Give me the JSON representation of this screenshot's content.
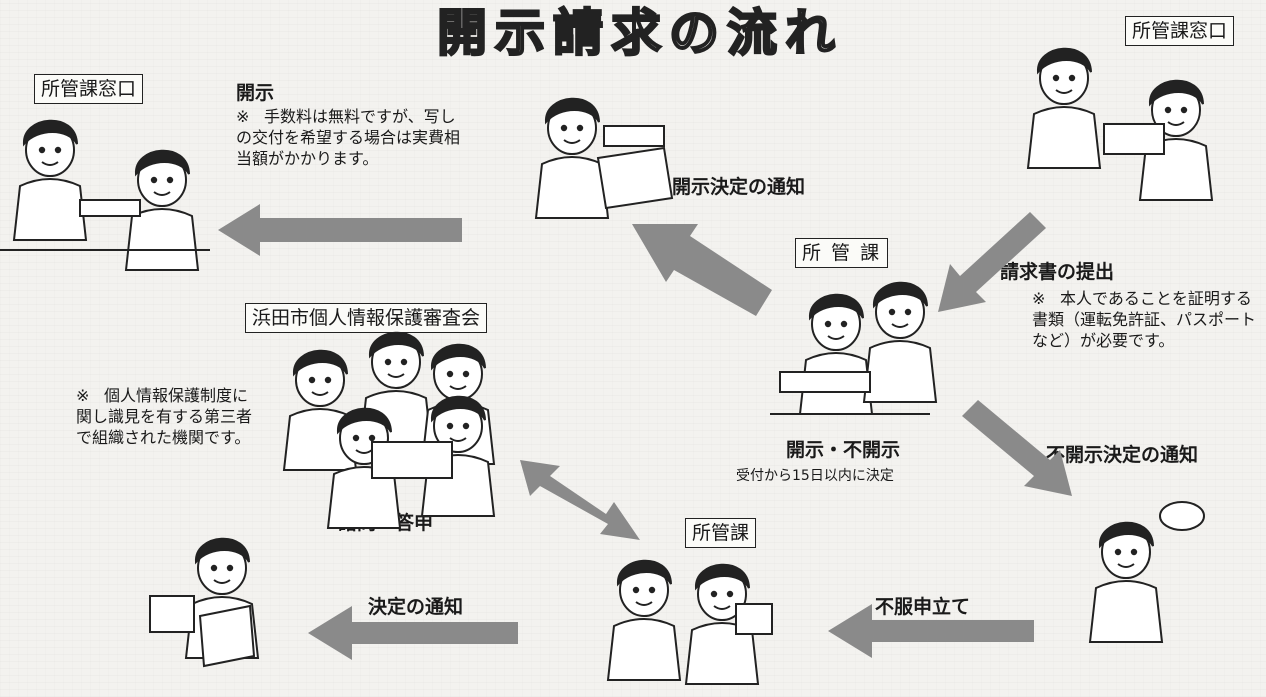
{
  "title": "開示請求の流れ",
  "labels": {
    "office_left": "所管課窓口",
    "office_right": "所管課窓口",
    "dept_center": "所 管 課",
    "committee": "浜田市個人情報保護審査会",
    "dept_bottom": "所管課"
  },
  "steps": {
    "disclosure": "開示",
    "disclosure_note_mark": "※",
    "disclosure_note": "手数料は無料ですが、写しの交付を希望する場合は実費相当額がかかります。",
    "disclosure_decision_notice": "開示決定の通知",
    "request_submit": "請求書の提出",
    "request_note_mark": "※",
    "request_note": "本人であることを証明する書類（運転免許証、パスポートなど）が必要です。",
    "decide": "開示・不開示",
    "decide_sub": "受付から15日以内に決定",
    "nondisclosure_notice": "不開示決定の通知",
    "committee_note_mark": "※",
    "committee_note": "個人情報保護制度に関し識見を有する第三者で組織された機関です。",
    "consult": "諮問・答申",
    "objection": "不服申立て",
    "decision_notice": "決定の通知"
  }
}
